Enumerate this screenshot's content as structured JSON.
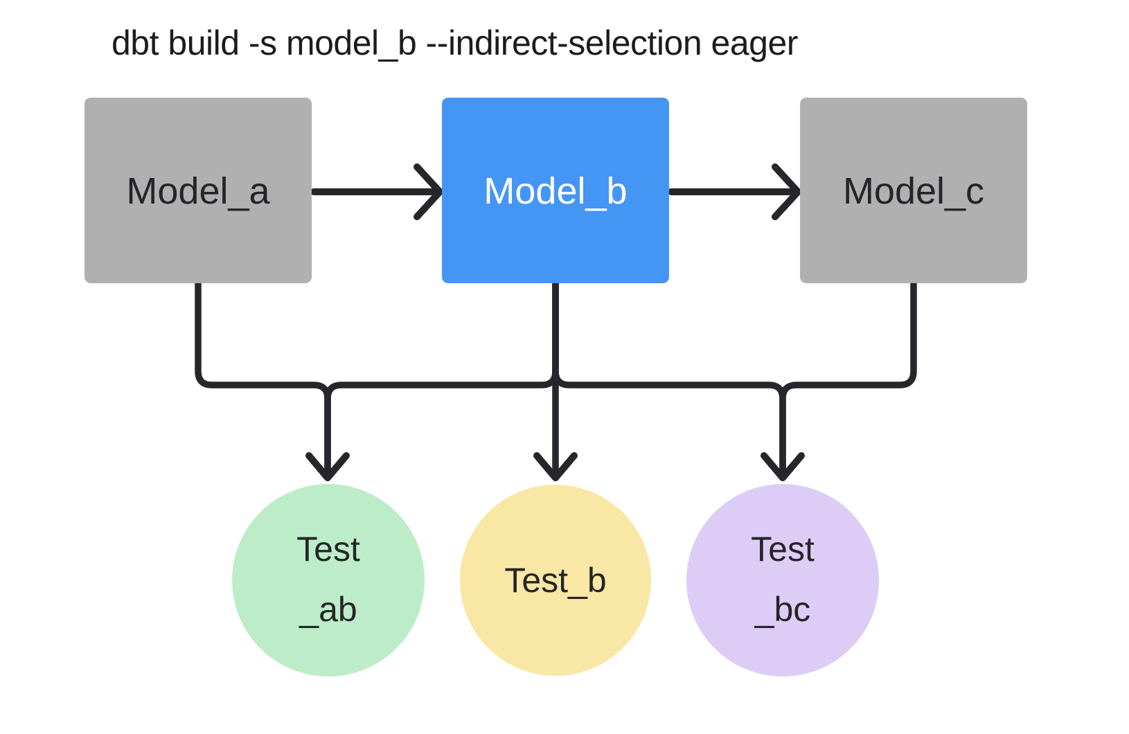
{
  "title": "dbt build -s model_b --indirect-selection eager",
  "colors": {
    "background": "#ffffff",
    "connector": "#26262b",
    "title_text": "#1c1c1f"
  },
  "nodes": {
    "models": [
      {
        "id": "model_a",
        "label": "Model_a",
        "fill": "#b0b0b1",
        "text_color": "#252529"
      },
      {
        "id": "model_b",
        "label": "Model_b",
        "fill": "#4596f4",
        "text_color": "#ffffff"
      },
      {
        "id": "model_c",
        "label": "Model_c",
        "fill": "#b0b0b1",
        "text_color": "#252529"
      }
    ],
    "tests": [
      {
        "id": "test_ab",
        "line1": "Test",
        "line2": "_ab",
        "fill": "#bdedc8",
        "text_color": "#252529"
      },
      {
        "id": "test_b",
        "line1": "Test_b",
        "line2": "",
        "fill": "#f9e7a6",
        "text_color": "#252529"
      },
      {
        "id": "test_bc",
        "line1": "Test",
        "line2": "_bc",
        "fill": "#ddcdf6",
        "text_color": "#252529"
      }
    ]
  },
  "edges": [
    {
      "from": "model_a",
      "to": "model_b",
      "style": "arrow-right"
    },
    {
      "from": "model_b",
      "to": "model_c",
      "style": "arrow-right"
    },
    {
      "from": "model_a",
      "to": "test_ab",
      "style": "funnel-down"
    },
    {
      "from": "model_b",
      "to": "test_ab",
      "style": "funnel-down"
    },
    {
      "from": "model_b",
      "to": "test_b",
      "style": "straight-down"
    },
    {
      "from": "model_b",
      "to": "test_bc",
      "style": "funnel-down"
    },
    {
      "from": "model_c",
      "to": "test_bc",
      "style": "funnel-down"
    }
  ]
}
